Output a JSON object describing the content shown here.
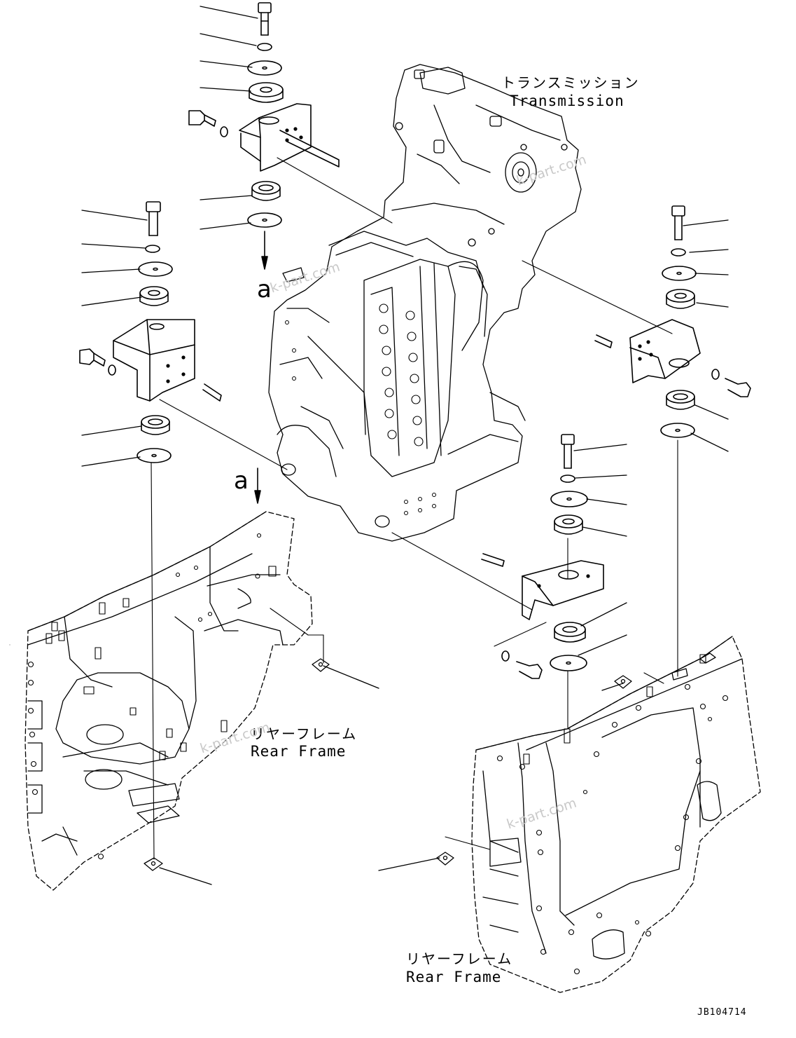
{
  "labels": {
    "transmission_jp": "トランスミッション",
    "transmission_en": "Transmission",
    "rear_frame_left_jp": "リヤーフレーム",
    "rear_frame_left_en": "Rear Frame",
    "rear_frame_right_jp": "リヤーフレーム",
    "rear_frame_right_en": "Rear Frame",
    "view_a_top": "a",
    "view_a_mid": "a"
  },
  "document_id": "JB104714",
  "watermark": "k-part.com",
  "colors": {
    "line": "#000000",
    "watermark": "#c9c9c9"
  }
}
